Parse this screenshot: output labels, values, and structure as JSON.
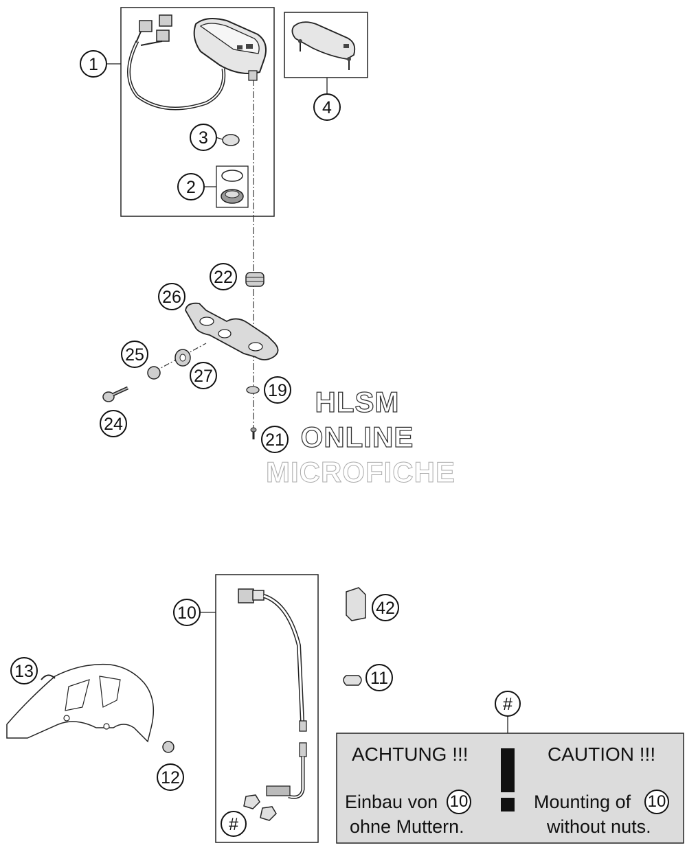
{
  "callouts": {
    "c1": "1",
    "c2": "2",
    "c3": "3",
    "c4": "4",
    "c10": "10",
    "c11": "11",
    "c12": "12",
    "c13": "13",
    "c19": "19",
    "c21": "21",
    "c22": "22",
    "c24": "24",
    "c25": "25",
    "c26": "26",
    "c27": "27",
    "c42": "42",
    "hash_note": "#",
    "hash_nuts": "#"
  },
  "watermark": {
    "line1": "HLSM",
    "line2": "ONLINE",
    "line3": "MICROFICHE"
  },
  "caution_note": {
    "german_heading": "ACHTUNG !!!",
    "german_line1": "Einbau von",
    "german_line2": "ohne Muttern.",
    "english_heading": "CAUTION !!!",
    "english_line1": "Mounting of",
    "english_line2": "without nuts.",
    "reference_part": "10",
    "exclamation": "!"
  },
  "colors": {
    "panel_fill": "#dcdcdc",
    "line": "#222222",
    "part_fill": "#cfcfcf"
  }
}
